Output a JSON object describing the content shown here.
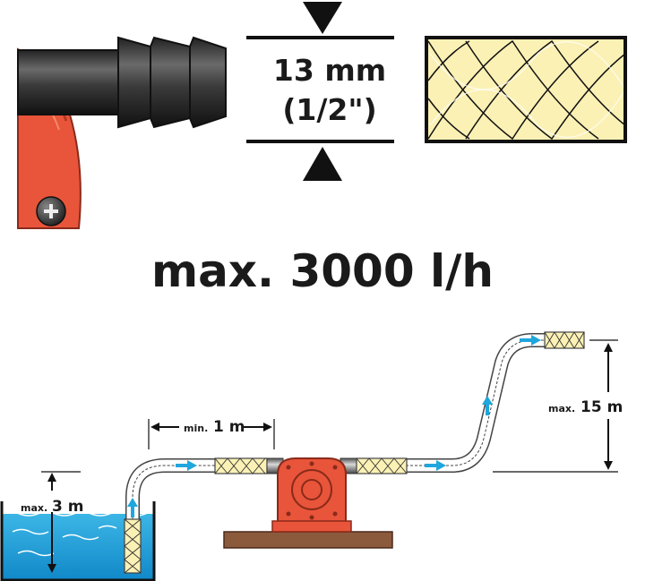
{
  "hose_size": {
    "metric": "13 mm",
    "imperial": "(1/2\")"
  },
  "flow_rate": "max. 3000 l/h",
  "measurements": {
    "suction_height": {
      "prefix": "max.",
      "value": "3 m"
    },
    "min_horizontal": {
      "prefix": "min.",
      "value": "1 m"
    },
    "delivery_height": {
      "prefix": "max.",
      "value": "15 m"
    }
  },
  "colors": {
    "pump_red": "#e8553a",
    "water_blue": "#1fa6dc",
    "hose_cream": "#fbf1b5",
    "flow_arrow": "#1fa6dc",
    "base_wood": "#8b5a3c"
  }
}
